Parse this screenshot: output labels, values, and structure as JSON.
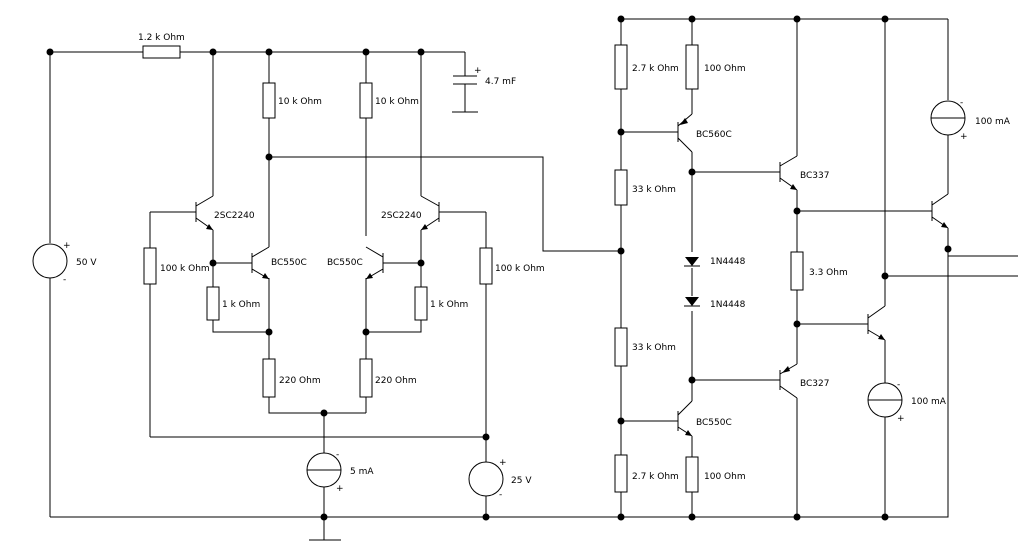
{
  "labels": {
    "r_input": "1.2 k Ohm",
    "cap": "4.7 mF",
    "r_col_left": "10 k Ohm",
    "r_col_right": "10 k Ohm",
    "q_left_outer": "2SC2240",
    "q_right_outer": "2SC2240",
    "q_left_inner": "BC550C",
    "q_right_inner": "BC550C",
    "r_base_left": "100 k Ohm",
    "r_base_right": "100 k Ohm",
    "r_emit_left": "1 k Ohm",
    "r_emit_right": "1 k Ohm",
    "r_tail_left": "220  Ohm",
    "r_tail_right": "220  Ohm",
    "src_50v": "50 V",
    "src_25v": "25 V",
    "isrc_5ma": "5 mA",
    "r_bias_top": "2.7 k Ohm",
    "r_bias_mid1": "33 k Ohm",
    "r_bias_mid2": "33 k Ohm",
    "r_bias_bot": "2.7 k Ohm",
    "r_100_top": "100  Ohm",
    "r_100_bot": "100  Ohm",
    "q_bc560": "BC560C",
    "q_bc550_bot": "BC550C",
    "d1": "1N4448",
    "d2": "1N4448",
    "q_bc337": "BC337",
    "q_bc327": "BC327",
    "r_3_3": "3.3  Ohm",
    "isrc_100ma_top": "100 mA",
    "isrc_100ma_bot": "100 mA"
  },
  "polarity": {
    "plus": "+",
    "minus": "-"
  }
}
